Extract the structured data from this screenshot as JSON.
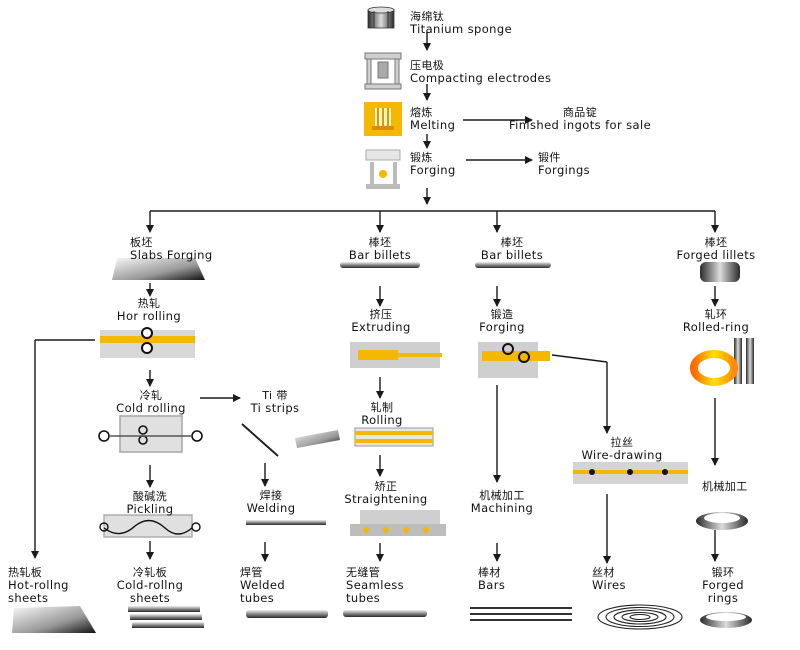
{
  "top_chain": {
    "sponge": {
      "cn": "海绵钛",
      "en": "Titanium sponge"
    },
    "compacting": {
      "cn": "压电极",
      "en": "Compacting electrodes"
    },
    "melting": {
      "cn": "熔炼",
      "en": "Melting"
    },
    "ingots": {
      "cn": "商品锭",
      "en": "Finished ingots for sale"
    },
    "forging": {
      "cn": "锻炼",
      "en": "Forging"
    },
    "forgings": {
      "cn": "锻件",
      "en": "Forgings"
    }
  },
  "branch1": {
    "slabs": {
      "cn": "板坯",
      "en": "Slabs Forging"
    },
    "hot_rolling": {
      "cn": "热轧",
      "en": "Hor rolling"
    },
    "cold_rolling": {
      "cn": "冷轧",
      "en": "Cold rolling"
    },
    "ti_strips": {
      "cn": "Ti 带",
      "en": "Ti strips"
    },
    "pickling": {
      "cn": "酸碱洗",
      "en": "Pickling"
    },
    "cold_sheets": {
      "cn": "冷轧板",
      "en1": "Cold-rollng",
      "en2": "sheets"
    },
    "hot_sheets": {
      "cn": "热轧板",
      "en1": "Hot-rollng",
      "en2": "sheets"
    },
    "welding": {
      "cn": "焊接",
      "en": "Welding"
    },
    "welded_tubes": {
      "cn": "焊管",
      "en1": "Welded",
      "en2": "tubes"
    }
  },
  "branch2": {
    "bar_billets": {
      "cn": "棒坯",
      "en": "Bar billets"
    },
    "extruding": {
      "cn": "挤压",
      "en": "Extruding"
    },
    "rolling": {
      "cn": "轧制",
      "en": "Rolling"
    },
    "straightening": {
      "cn": "矫正",
      "en": "Straightening"
    },
    "seamless": {
      "cn": "无缝管",
      "en1": "Seamless",
      "en2": "tubes"
    }
  },
  "branch3": {
    "bar_billets": {
      "cn": "棒坯",
      "en": "Bar billets"
    },
    "forging": {
      "cn": "锻造",
      "en": "Forging"
    },
    "machining": {
      "cn": "机械加工",
      "en": "Machining"
    },
    "bars": {
      "cn": "棒材",
      "en": "Bars"
    },
    "wire_drawing": {
      "cn": "拉丝",
      "en": "Wire-drawing"
    },
    "wires": {
      "cn": "丝材",
      "en": "Wires"
    }
  },
  "branch4": {
    "forged_billets": {
      "cn": "棒坯",
      "en": "Forged lillets"
    },
    "rolled_ring": {
      "cn": "轧环",
      "en": "Rolled-ring"
    },
    "machining": {
      "cn": "机械加工"
    },
    "forged_rings": {
      "cn": "锻环",
      "en1": "Forged",
      "en2": "rings"
    }
  },
  "colors": {
    "accent": "#f5b800",
    "line": "#1a1a1a",
    "machine": "#b9b9b9"
  }
}
